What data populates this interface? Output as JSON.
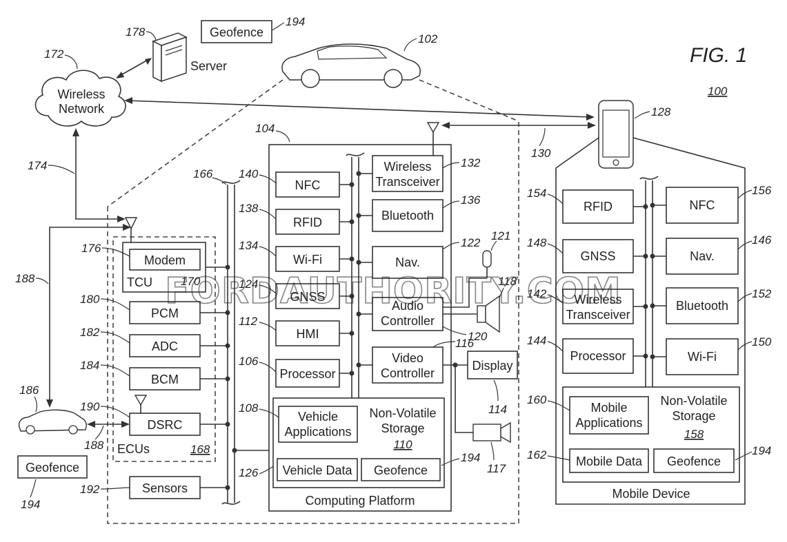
{
  "figure": {
    "title": "FIG. 1",
    "ref": "100"
  },
  "watermark": "FORDAUTHORITY.COM",
  "network": {
    "server": {
      "label": "Server",
      "ref": "178"
    },
    "cloud": {
      "line1": "Wireless",
      "line2": "Network",
      "ref": "172"
    },
    "geofence_top": {
      "label": "Geofence",
      "ref": "194"
    },
    "vehicle": {
      "ref": "102"
    },
    "link_cloud_ref": "174",
    "link_phone_ref": "130",
    "dsrc_link_ref": "188"
  },
  "vehicle_side": {
    "ecus": {
      "label": "ECUs",
      "ref": "168",
      "tcu": {
        "label": "TCU",
        "ref": "170"
      },
      "modem": {
        "label": "Modem",
        "ref": "176"
      },
      "pcm": {
        "label": "PCM",
        "ref": "180"
      },
      "adc": {
        "label": "ADC",
        "ref": "182"
      },
      "bcm": {
        "label": "BCM",
        "ref": "184"
      },
      "dsrc": {
        "label": "DSRC",
        "ref": "190"
      }
    },
    "sensors": {
      "label": "Sensors",
      "ref": "192"
    },
    "bus_ref": "166",
    "bus_low_ref": "126",
    "other_vehicle_ref": "186",
    "other_link_ref": "188",
    "geofence_bottom": {
      "label": "Geofence",
      "ref": "194"
    }
  },
  "computing_platform": {
    "label": "Computing Platform",
    "ref": "104",
    "left_modules": [
      {
        "label": "NFC",
        "ref": "140"
      },
      {
        "label": "RFID",
        "ref": "138"
      },
      {
        "label": "Wi-Fi",
        "ref": "134"
      },
      {
        "label": "GNSS",
        "ref": "124"
      },
      {
        "label": "HMI",
        "ref": "112"
      },
      {
        "label": "Processor",
        "ref": "106"
      }
    ],
    "right_modules": [
      {
        "line1": "Wireless",
        "line2": "Transceiver",
        "ref": "132"
      },
      {
        "line1": "Bluetooth",
        "line2": "",
        "ref": "136"
      },
      {
        "line1": "Nav.",
        "line2": "",
        "ref": "122"
      },
      {
        "line1": "Audio",
        "line2": "Controller",
        "ref": "120"
      },
      {
        "line1": "Video",
        "line2": "Controller",
        "ref": "116"
      }
    ],
    "storage": {
      "line1": "Non-Volatile",
      "line2": "Storage",
      "ref": "110",
      "outer_ref": "108",
      "apps": {
        "line1": "Vehicle",
        "line2": "Applications"
      },
      "data": {
        "label": "Vehicle Data"
      },
      "geofence": {
        "label": "Geofence",
        "ref": "194"
      }
    },
    "peripherals": {
      "mic_ref": "121",
      "speaker_ref": "118",
      "display": {
        "label": "Display",
        "ref": "114"
      },
      "camera_ref": "117"
    }
  },
  "mobile_device": {
    "label": "Mobile Device",
    "ref": "128",
    "left_modules": [
      {
        "line1": "RFID",
        "line2": "",
        "ref": "154"
      },
      {
        "line1": "GNSS",
        "line2": "",
        "ref": "148"
      },
      {
        "line1": "Wireless",
        "line2": "Transceiver",
        "ref": "142"
      },
      {
        "line1": "Processor",
        "line2": "",
        "ref": "144"
      }
    ],
    "right_modules": [
      {
        "label": "NFC",
        "ref": "156"
      },
      {
        "label": "Nav.",
        "ref": "146"
      },
      {
        "label": "Bluetooth",
        "ref": "152"
      },
      {
        "label": "Wi-Fi",
        "ref": "150"
      }
    ],
    "storage": {
      "line1": "Non-Volatile",
      "line2": "Storage",
      "ref": "158",
      "apps": {
        "line1": "Mobile",
        "line2": "Applications",
        "ref": "160"
      },
      "data": {
        "label": "Mobile Data",
        "ref": "162"
      },
      "geofence": {
        "label": "Geofence",
        "ref": "194"
      }
    }
  }
}
